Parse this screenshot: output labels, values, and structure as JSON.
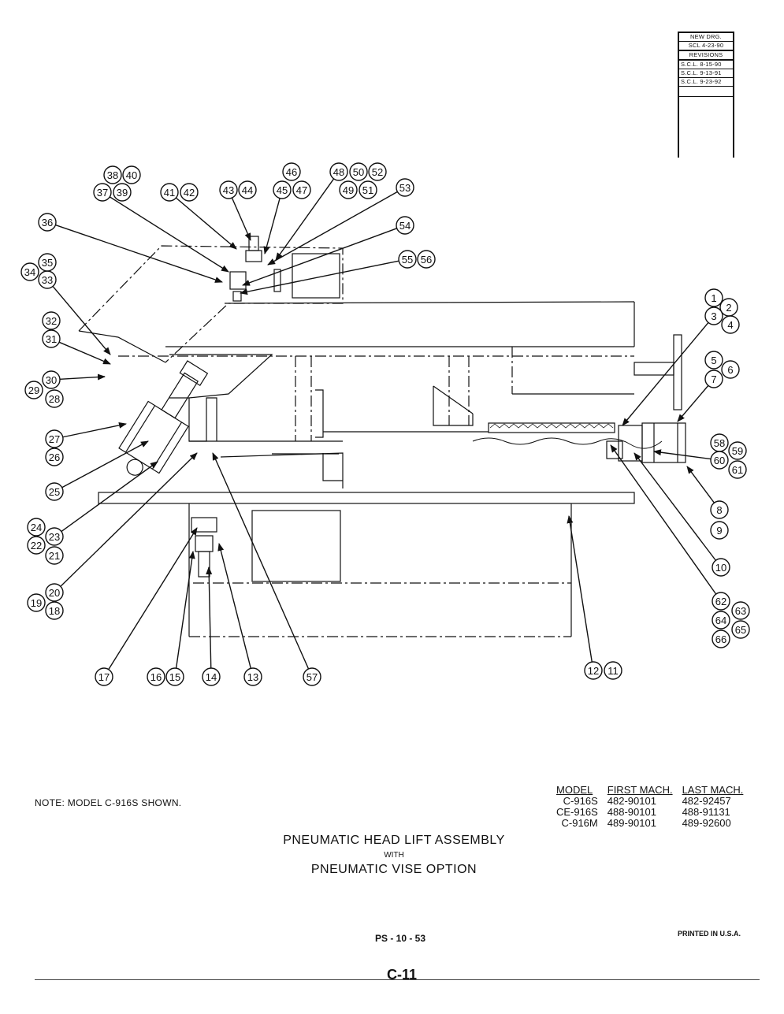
{
  "revisions": {
    "new_drg_label": "NEW DRG.",
    "new_drg_date": "SCL 4-23-90",
    "header": "REVISIONS",
    "entries": [
      "S.C.L. 8-15-90",
      "S.C.L. 9-13-91",
      "S.C.L. 9-23-92"
    ]
  },
  "diagram": {
    "callouts": [
      "1",
      "2",
      "3",
      "4",
      "5",
      "6",
      "7",
      "8",
      "9",
      "10",
      "11",
      "12",
      "13",
      "14",
      "15",
      "16",
      "17",
      "18",
      "19",
      "20",
      "21",
      "22",
      "23",
      "24",
      "25",
      "26",
      "27",
      "28",
      "29",
      "30",
      "31",
      "32",
      "33",
      "34",
      "35",
      "36",
      "37",
      "38",
      "39",
      "40",
      "41",
      "42",
      "43",
      "44",
      "45",
      "46",
      "47",
      "48",
      "49",
      "50",
      "51",
      "52",
      "53",
      "54",
      "55",
      "56",
      "57",
      "58",
      "59",
      "60",
      "61",
      "62",
      "63",
      "64",
      "65",
      "66"
    ]
  },
  "note": "NOTE: MODEL C-916S SHOWN.",
  "model_table": {
    "headers": [
      "MODEL",
      "FIRST MACH.",
      "LAST MACH."
    ],
    "rows": [
      [
        "C-916S",
        "482-90101",
        "482-92457"
      ],
      [
        "CE-916S",
        "488-90101",
        "488-91131"
      ],
      [
        "C-916M",
        "489-90101",
        "489-92600"
      ]
    ]
  },
  "title": {
    "line1": "PNEUMATIC HEAD LIFT ASSEMBLY",
    "line2": "WITH",
    "line3": "PNEUMATIC VISE OPTION"
  },
  "drawing_number": "PS - 10 - 53",
  "printed": "PRINTED IN U.S.A.",
  "page_number": "C-11"
}
